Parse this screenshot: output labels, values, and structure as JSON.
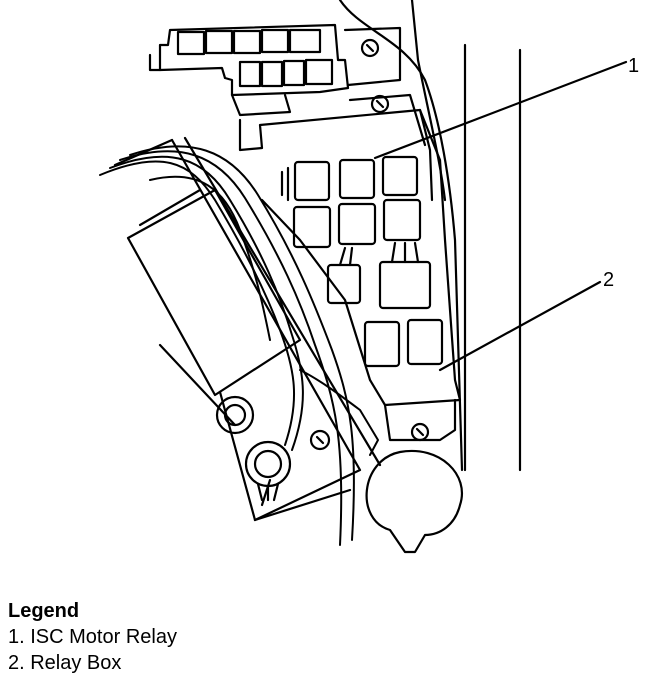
{
  "diagram": {
    "callouts": [
      {
        "number": "1"
      },
      {
        "number": "2"
      }
    ]
  },
  "legend": {
    "title": "Legend",
    "items": [
      "1. ISC Motor Relay",
      "2. Relay Box"
    ]
  }
}
